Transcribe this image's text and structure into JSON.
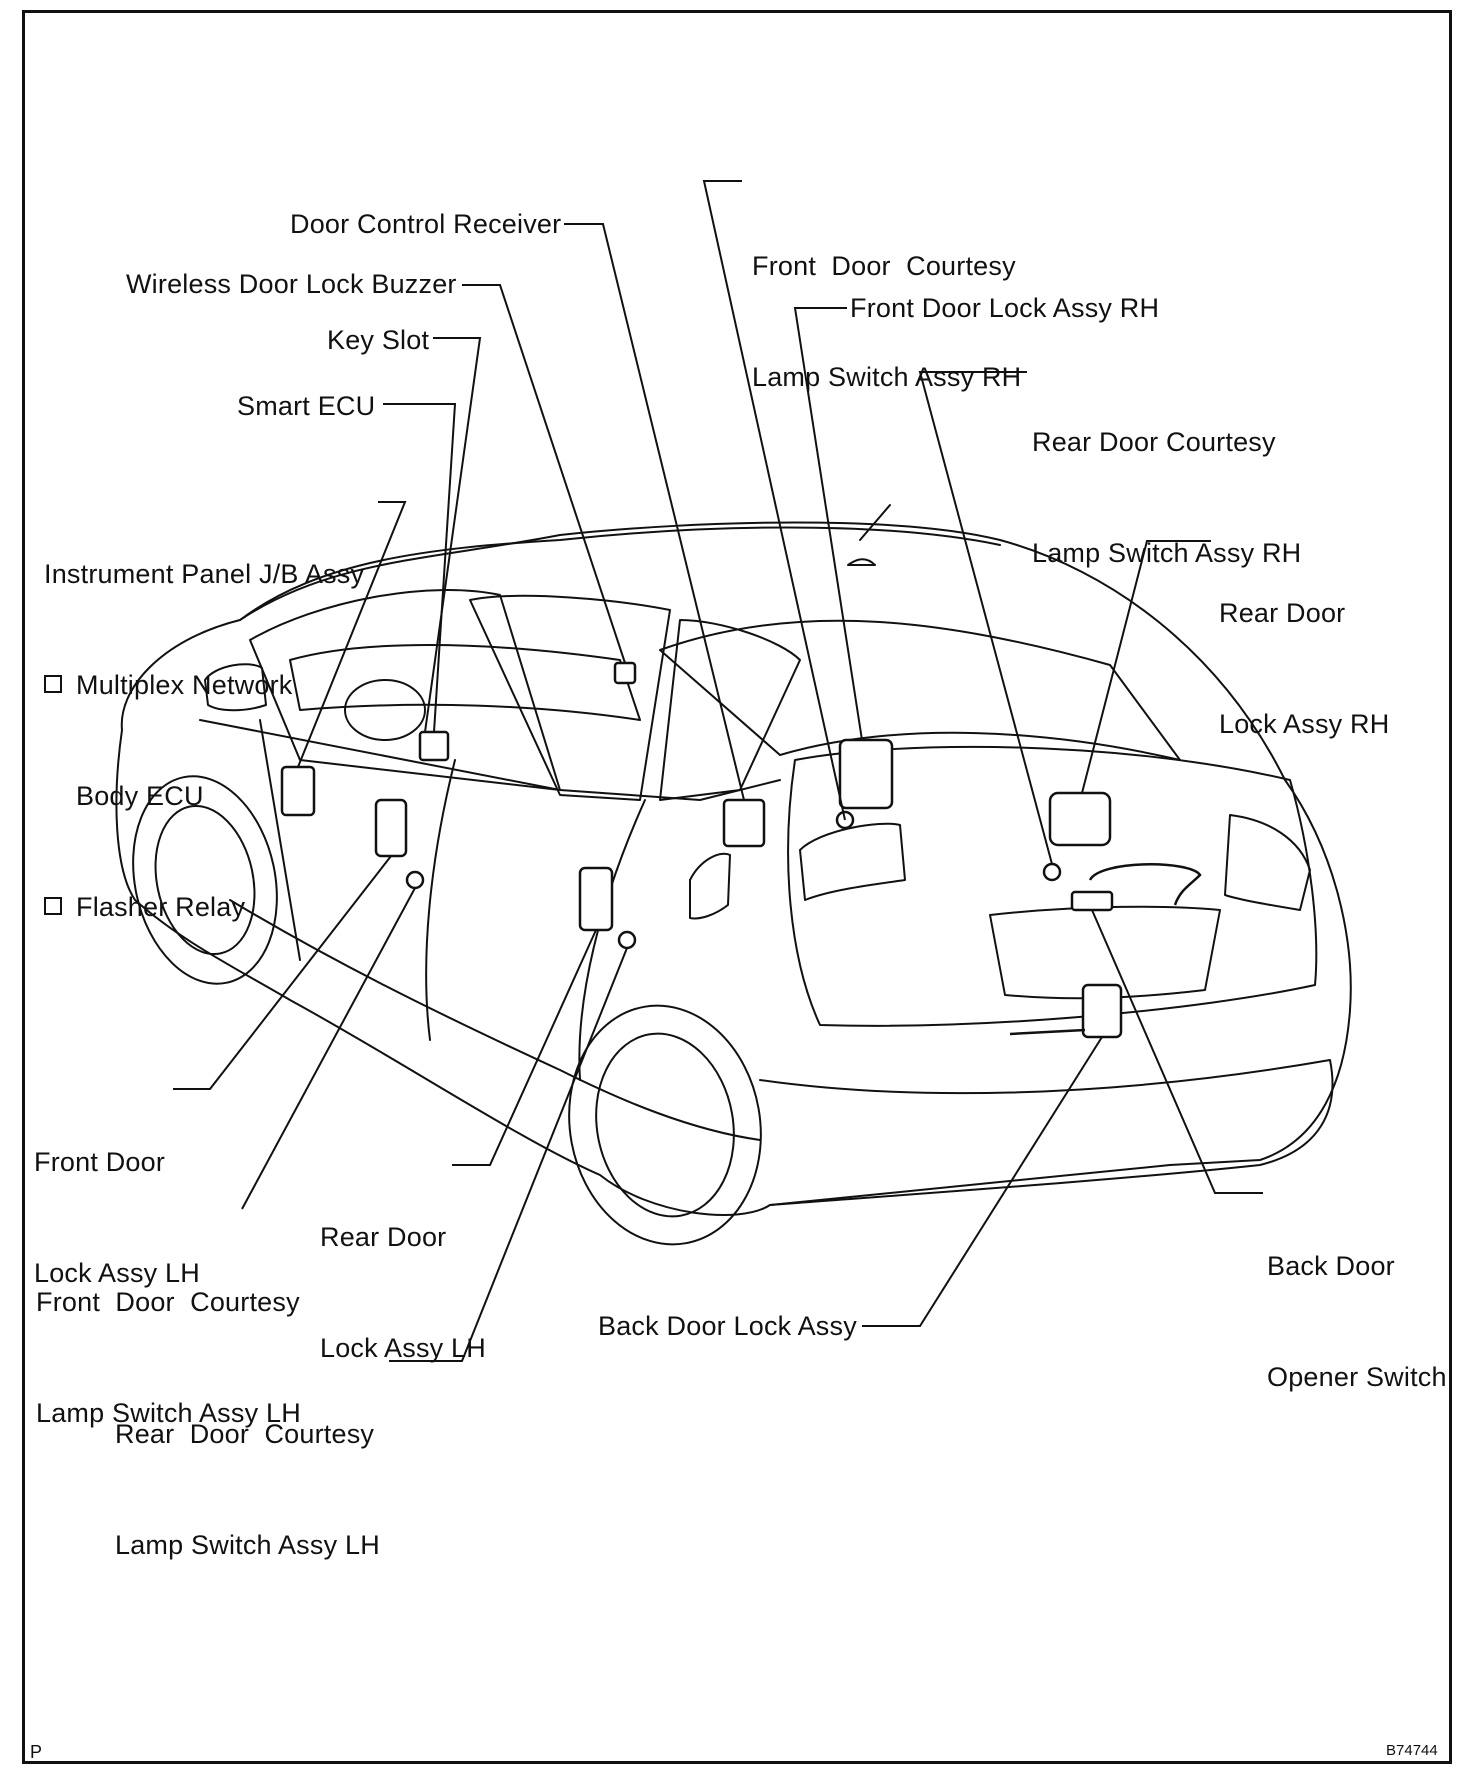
{
  "labels": {
    "front_door_courtesy_rh": [
      "Front  Door  Courtesy",
      "Lamp Switch Assy RH"
    ],
    "door_control_receiver": "Door Control Receiver",
    "wireless_door_lock_buzzer": "Wireless Door Lock Buzzer",
    "front_door_lock_rh": "Front Door Lock Assy RH",
    "key_slot": "Key Slot",
    "rear_door_courtesy_rh": [
      "Rear Door Courtesy",
      "Lamp Switch Assy RH"
    ],
    "smart_ecu": "Smart ECU",
    "instrument_panel": {
      "title": "Instrument Panel J/B Assy",
      "items": [
        "Multiplex Network",
        "Body ECU",
        "Flasher Relay"
      ]
    },
    "rear_door_lock_rh": [
      "Rear Door",
      "Lock Assy RH"
    ],
    "front_door_lock_lh": [
      "Front Door",
      "Lock Assy LH"
    ],
    "rear_door_lock_lh": [
      "Rear Door",
      "Lock Assy LH"
    ],
    "back_door_opener_switch": [
      "Back Door",
      "Opener Switch"
    ],
    "front_door_courtesy_lh": [
      "Front  Door  Courtesy",
      "Lamp Switch Assy LH"
    ],
    "back_door_lock": "Back Door Lock Assy",
    "rear_door_courtesy_lh": [
      "Rear  Door  Courtesy",
      "Lamp Switch Assy LH"
    ]
  },
  "footer": {
    "corner_mark": "P",
    "figure_id": "B74744"
  }
}
